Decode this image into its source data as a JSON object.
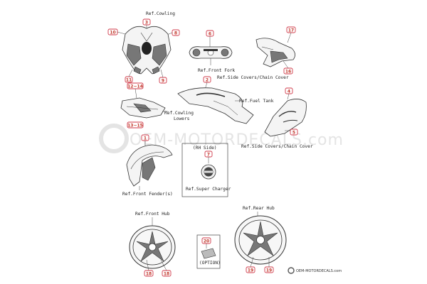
{
  "refs": {
    "cowling": "Ref.Cowling",
    "front_fork": "Ref.Front Fork",
    "side_covers_top": "Ref.Side Covers/Chain Cover",
    "fuel_tank": "Ref.Fuel Tank",
    "cowling_lowers_1": "Ref.Cowling",
    "cowling_lowers_2": "Lowers",
    "side_covers_mid": "Ref.Side Covers/Chain Cover",
    "rh_side": "(RH Side)",
    "super_charger": "Ref.Super Charger",
    "front_fender": "Ref.Front Fender(s)",
    "front_hub": "Ref.Front Hub",
    "rear_hub": "Ref.Rear Hub",
    "option": "(OPTION)"
  },
  "callouts": {
    "c3": "3",
    "c10": "10",
    "c8": "8",
    "c11": "11",
    "c9": "9",
    "c6": "6",
    "c17": "17",
    "c16": "16",
    "c12_14": "12~14",
    "c2": "2",
    "c4": "4",
    "c5": "5",
    "c13_15": "13~15",
    "c1": "1",
    "c7": "7",
    "c20": "20",
    "c18a": "18",
    "c18b": "18",
    "c19a": "19",
    "c19b": "19"
  },
  "watermark": "OEM-MOTORDECALS.com",
  "credit": "OEM-MOTORDECALS.com"
}
